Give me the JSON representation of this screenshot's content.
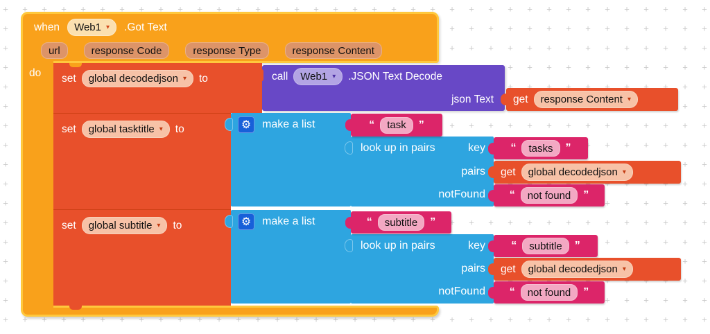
{
  "workspace": {
    "grid_glyph": "+"
  },
  "icons": {
    "dropdown_arrow": "▾",
    "gear": "⚙"
  },
  "quotes": {
    "open": "“",
    "close": "”"
  },
  "colors": {
    "event_block": "#F9A11B",
    "event_outline": "#FFC83D",
    "variable_block": "#E8502B",
    "variable_chip": "#F7C2A7",
    "procedure_block": "#6848C6",
    "procedure_chip": "#B3A4E4",
    "list_block": "#2EA5E0",
    "mutator_button": "#1760D9",
    "text_block": "#DC2569",
    "text_chip": "#F3A8C3",
    "param_chip": "#DD9468",
    "grid_mark": "#C9C9C9",
    "workspace_bg": "#FFFFFF"
  },
  "when_block": {
    "keyword": "when",
    "component": "Web1",
    "event": ".Got Text",
    "params": [
      "url",
      "response Code",
      "response Type",
      "response Content"
    ],
    "do_keyword": "do"
  },
  "row1": {
    "set": {
      "keyword": "set",
      "variable": "global decodedjson",
      "to": "to"
    },
    "call": {
      "keyword": "call",
      "component": "Web1",
      "method": ".JSON Text Decode",
      "arg_label": "json Text"
    },
    "arg": {
      "keyword": "get",
      "variable": "response Content"
    }
  },
  "row2": {
    "set": {
      "keyword": "set",
      "variable": "global tasktitle",
      "to": "to"
    },
    "make_list": {
      "label": "make a list"
    },
    "item1": {
      "text": "task"
    },
    "lookup": {
      "label": "look up in pairs",
      "key_label": "key",
      "pairs_label": "pairs",
      "notfound_label": "notFound",
      "key_text": "tasks",
      "pairs_get": {
        "keyword": "get",
        "variable": "global decodedjson"
      },
      "notfound_text": "not found"
    }
  },
  "row3": {
    "set": {
      "keyword": "set",
      "variable": "global subtitle",
      "to": "to"
    },
    "make_list": {
      "label": "make a list"
    },
    "item1": {
      "text": "subtitle"
    },
    "lookup": {
      "label": "look up in pairs",
      "key_label": "key",
      "pairs_label": "pairs",
      "notfound_label": "notFound",
      "key_text": "subtitle",
      "pairs_get": {
        "keyword": "get",
        "variable": "global decodedjson"
      },
      "notfound_text": "not found"
    }
  }
}
